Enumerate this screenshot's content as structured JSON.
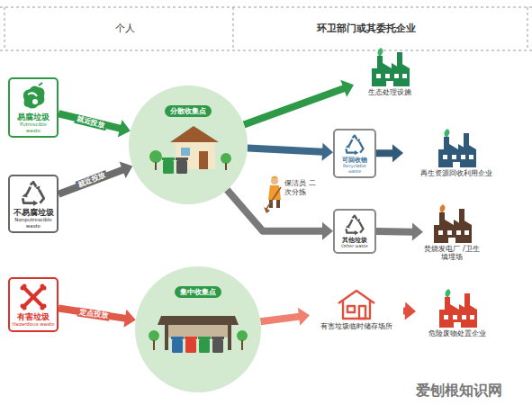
{
  "diagram": {
    "nodes": [
      {
        "text": [
          "易腐垃圾",
          "Putrescible waste"
        ]
      },
      {
        "text": [
          "不易腐垃圾",
          "Nonputrescible waste"
        ]
      },
      {
        "text": [
          "有害垃圾",
          "Hazardous waste"
        ]
      },
      {
        "text": [
          "分散收集点"
        ]
      },
      {
        "text": [
          "集中收集点"
        ]
      },
      {
        "text": [
          "生态处理设施"
        ]
      },
      {
        "text": [
          "可回收物",
          "Recyclable waste"
        ]
      },
      {
        "text": [
          "其他垃圾",
          "Other waste"
        ]
      },
      {
        "text": [
          "再生资源回收利用企业"
        ]
      },
      {
        "text": [
          "焚烧发电厂 /卫生填埋场"
        ]
      },
      {
        "text": [
          "有害垃圾临时储存场所"
        ]
      },
      {
        "text": [
          "危险废物处置企业"
        ]
      }
    ],
    "edges": [
      {
        "from": 0,
        "to": 3,
        "label": "就近投放",
        "arrow": "to"
      },
      {
        "from": 1,
        "to": 3,
        "label": "就近投放",
        "arrow": "to"
      },
      {
        "from": 2,
        "to": 4,
        "label": "定点投放",
        "arrow": "to"
      },
      {
        "from": 3,
        "to": 5,
        "arrow": "to"
      },
      {
        "from": 3,
        "to": 6,
        "arrow": "to"
      },
      {
        "from": 3,
        "to": 7,
        "arrow": "to"
      },
      {
        "from": 6,
        "to": 8,
        "arrow": "to"
      },
      {
        "from": 7,
        "to": 9,
        "arrow": "to"
      },
      {
        "from": 4,
        "to": 10,
        "arrow": "to"
      },
      {
        "from": 10,
        "to": 11,
        "arrow": "to"
      }
    ],
    "labels": [
      "个人",
      "环卫部门或其委托企业",
      "保洁员 二次分拣",
      "爱刨根知识网"
    ]
  }
}
